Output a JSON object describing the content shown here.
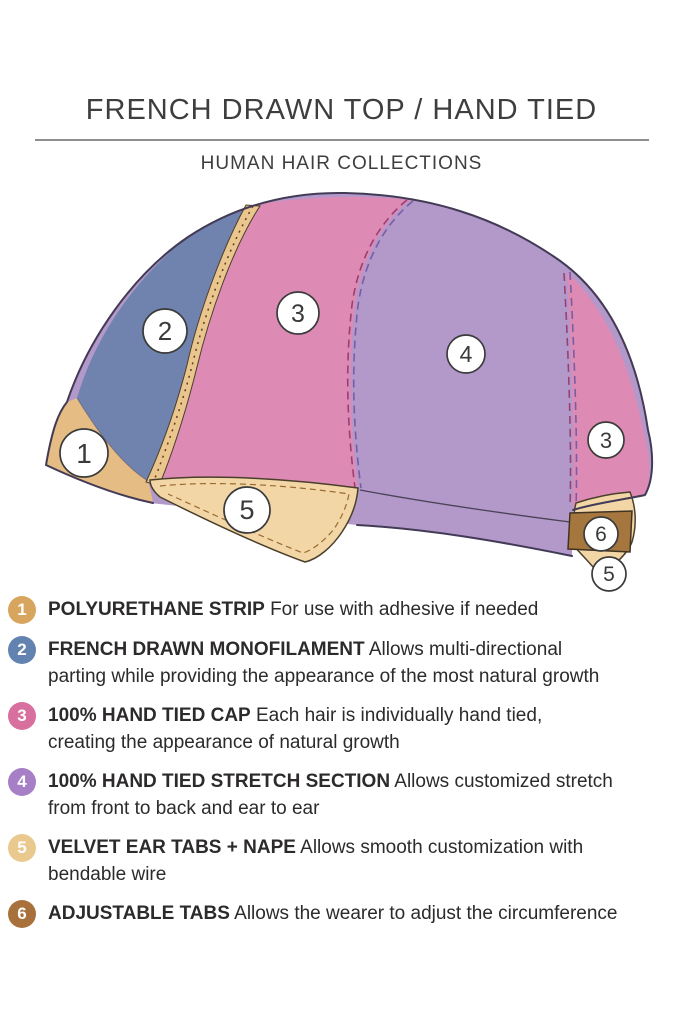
{
  "header": {
    "title": "FRENCH DRAWN TOP / HAND TIED",
    "subtitle": "HUMAN HAIR COLLECTIONS"
  },
  "diagram": {
    "markers": [
      {
        "num": "1"
      },
      {
        "num": "2"
      },
      {
        "num": "3"
      },
      {
        "num": "4"
      },
      {
        "num": "3"
      },
      {
        "num": "5"
      },
      {
        "num": "6"
      },
      {
        "num": "5"
      }
    ]
  },
  "colors": {
    "region1_polyurethane": "#e4bc84",
    "region2_monofilament": "#7083ae",
    "region3_hand_tied": "#dd8bb5",
    "region4_stretch": "#b299c9",
    "region5_velvet_tab": "#f2d6a6",
    "region6_adjustable_tab": "#a5773f",
    "seam_strip": "#eac58d",
    "outline": "#433a56"
  },
  "legend": {
    "items": [
      {
        "num": "1",
        "color": "#d7a55e",
        "label": "POLYURETHANE STRIP",
        "desc1": "For use with adhesive if needed",
        "desc2": ""
      },
      {
        "num": "2",
        "color": "#6282b0",
        "label": "FRENCH DRAWN MONOFILAMENT",
        "desc1": "Allows multi-directional",
        "desc2": "parting while providing the appearance of the most natural growth"
      },
      {
        "num": "3",
        "color": "#d7709e",
        "label": "100% HAND TIED CAP",
        "desc1": "Each hair is individually hand tied,",
        "desc2": "creating the appearance of natural growth"
      },
      {
        "num": "4",
        "color": "#a77fc6",
        "label": "100% HAND TIED STRETCH SECTION",
        "desc1": "Allows customized stretch",
        "desc2": "from front to back and ear to ear"
      },
      {
        "num": "5",
        "color": "#eac98f",
        "label": "VELVET EAR TABS + NAPE",
        "desc1": "Allows smooth customization with",
        "desc2": "bendable wire"
      },
      {
        "num": "6",
        "color": "#a8713b",
        "label": "ADJUSTABLE TABS",
        "desc1": "Allows the wearer to adjust the circumference",
        "desc2": ""
      }
    ]
  }
}
